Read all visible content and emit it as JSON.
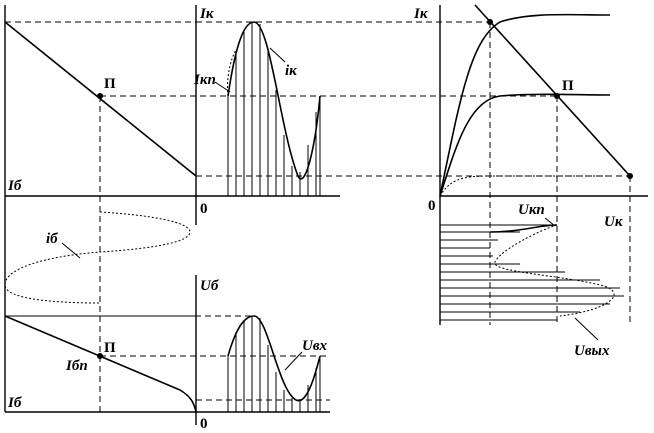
{
  "labels": {
    "ik_top": "Iк",
    "ik_right": "Iк",
    "ikp": "Iкп",
    "ik_wave": "iк",
    "ib_top": "Iб",
    "ib_bottom": "Iб",
    "ib_wave": "iб",
    "ibp": "Iбп",
    "ub": "Uб",
    "uvh": "Uвх",
    "ukp": "Uкп",
    "uk": "Uк",
    "uvyh": "Uвых",
    "p_top_left": "П",
    "p_bottom_left": "П",
    "p_right": "П",
    "zero_mid_top": "0",
    "zero_right": "0",
    "zero_mid_bottom": "0"
  }
}
